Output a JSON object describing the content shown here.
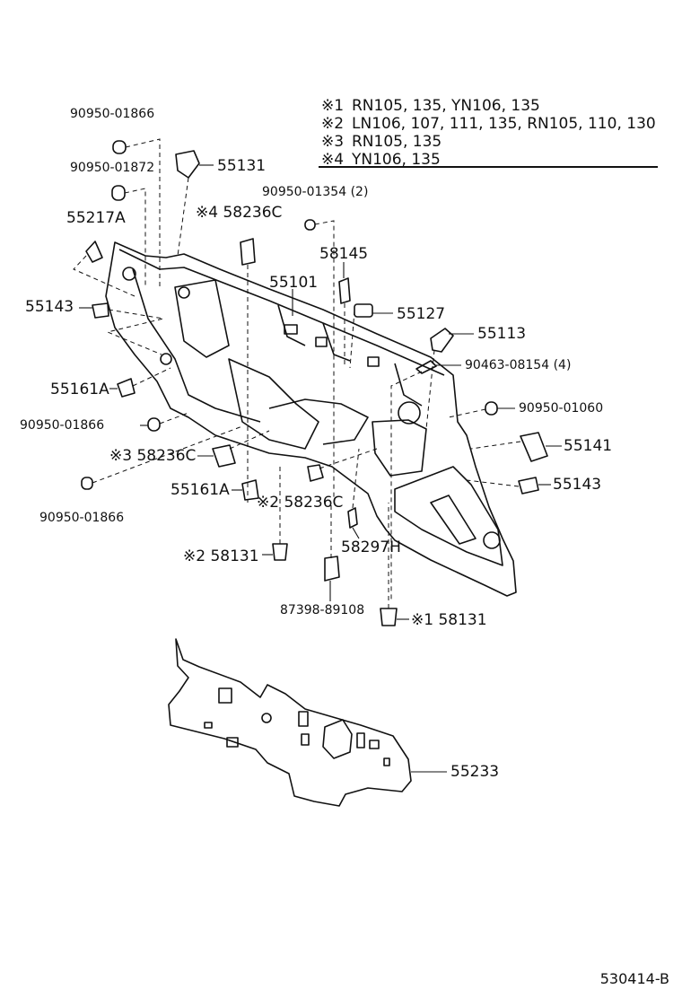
{
  "notes": [
    {
      "key": "※1",
      "text": "RN105, 135, YN106, 135"
    },
    {
      "key": "※2",
      "text": "LN106, 107, 111, 135, RN105, 110, 130"
    },
    {
      "key": "※3",
      "text": "RN105, 135"
    },
    {
      "key": "※4",
      "text": "YN106, 135"
    }
  ],
  "labels": {
    "p9095001866_top": "90950-01866",
    "p9095001872": "90950-01872",
    "p55131": "55131",
    "p58236c_4": "※4 58236C",
    "p9095001354": "90950-01354 (2)",
    "p55217a": "55217A",
    "p58145": "58145",
    "p55101": "55101",
    "p55143_left": "55143",
    "p55127": "55127",
    "p55113": "55113",
    "p9046308154": "90463-08154 (4)",
    "p55161a_left": "55161A",
    "p9095001060": "90950-01060",
    "p9095001866_mid": "90950-01866",
    "p55141": "55141",
    "p58236c_3": "※3 58236C",
    "p55143_right": "55143",
    "p55161a_mid": "55161A",
    "p58236c_2": "※2 58236C",
    "p9095001866_bot": "90950-01866",
    "p58297h": "58297H",
    "p58131_2": "※2 58131",
    "p8739889108": "87398-89108",
    "p58131_1": "※1 58131",
    "p55233": "55233"
  },
  "diagram_code": "530414-B"
}
